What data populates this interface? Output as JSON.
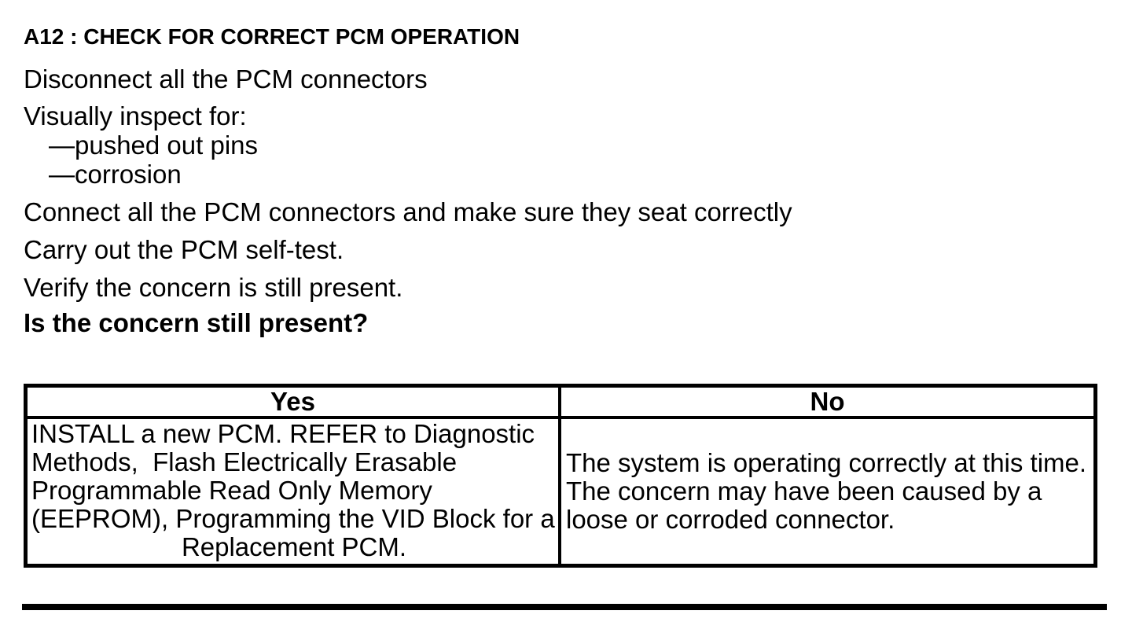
{
  "meta": {
    "background": "#ffffff",
    "text_color": "#000000"
  },
  "procedure": {
    "heading": "A12 : CHECK FOR CORRECT PCM OPERATION",
    "steps": [
      "Disconnect all the PCM connectors",
      "Visually inspect for:",
      "—pushed out pins",
      "—corrosion",
      "Connect all the PCM connectors and make sure they seat correctly",
      "Carry out the PCM self-test.",
      "Verify the concern is still present."
    ],
    "question": "Is the concern still present?"
  },
  "results_table": {
    "yes_header": "Yes",
    "no_header": "No",
    "yes_lines": [
      "INSTALL a new PCM. REFER to Diagnostic",
      "Methods,  Flash Electrically Erasable",
      "Programmable Read Only Memory",
      "(EEPROM), Programming the VID Block for a",
      "Replacement PCM."
    ],
    "no_lines": [
      "The system is operating correctly at this time.",
      "The concern may have been caused by a",
      "loose or corroded connector."
    ]
  }
}
